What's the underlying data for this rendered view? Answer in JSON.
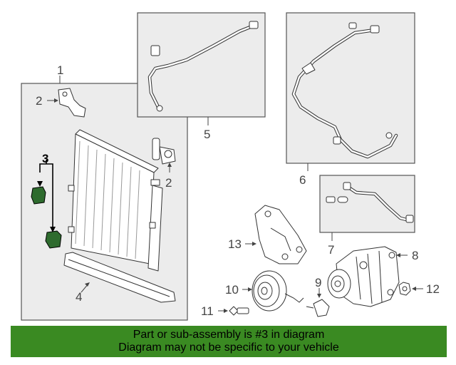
{
  "callouts": {
    "c1": "1",
    "c2a": "2",
    "c2b": "2",
    "c3": "3",
    "c4": "4",
    "c5": "5",
    "c6": "6",
    "c7": "7",
    "c8": "8",
    "c9": "9",
    "c10": "10",
    "c11": "11",
    "c12": "12",
    "c13": "13"
  },
  "highlight": {
    "color": "#3a8a22",
    "part_number": "3"
  },
  "banner": {
    "line1": "Part or sub-assembly is #3 in diagram",
    "line2": "Diagram may not be specific to your vehicle"
  }
}
